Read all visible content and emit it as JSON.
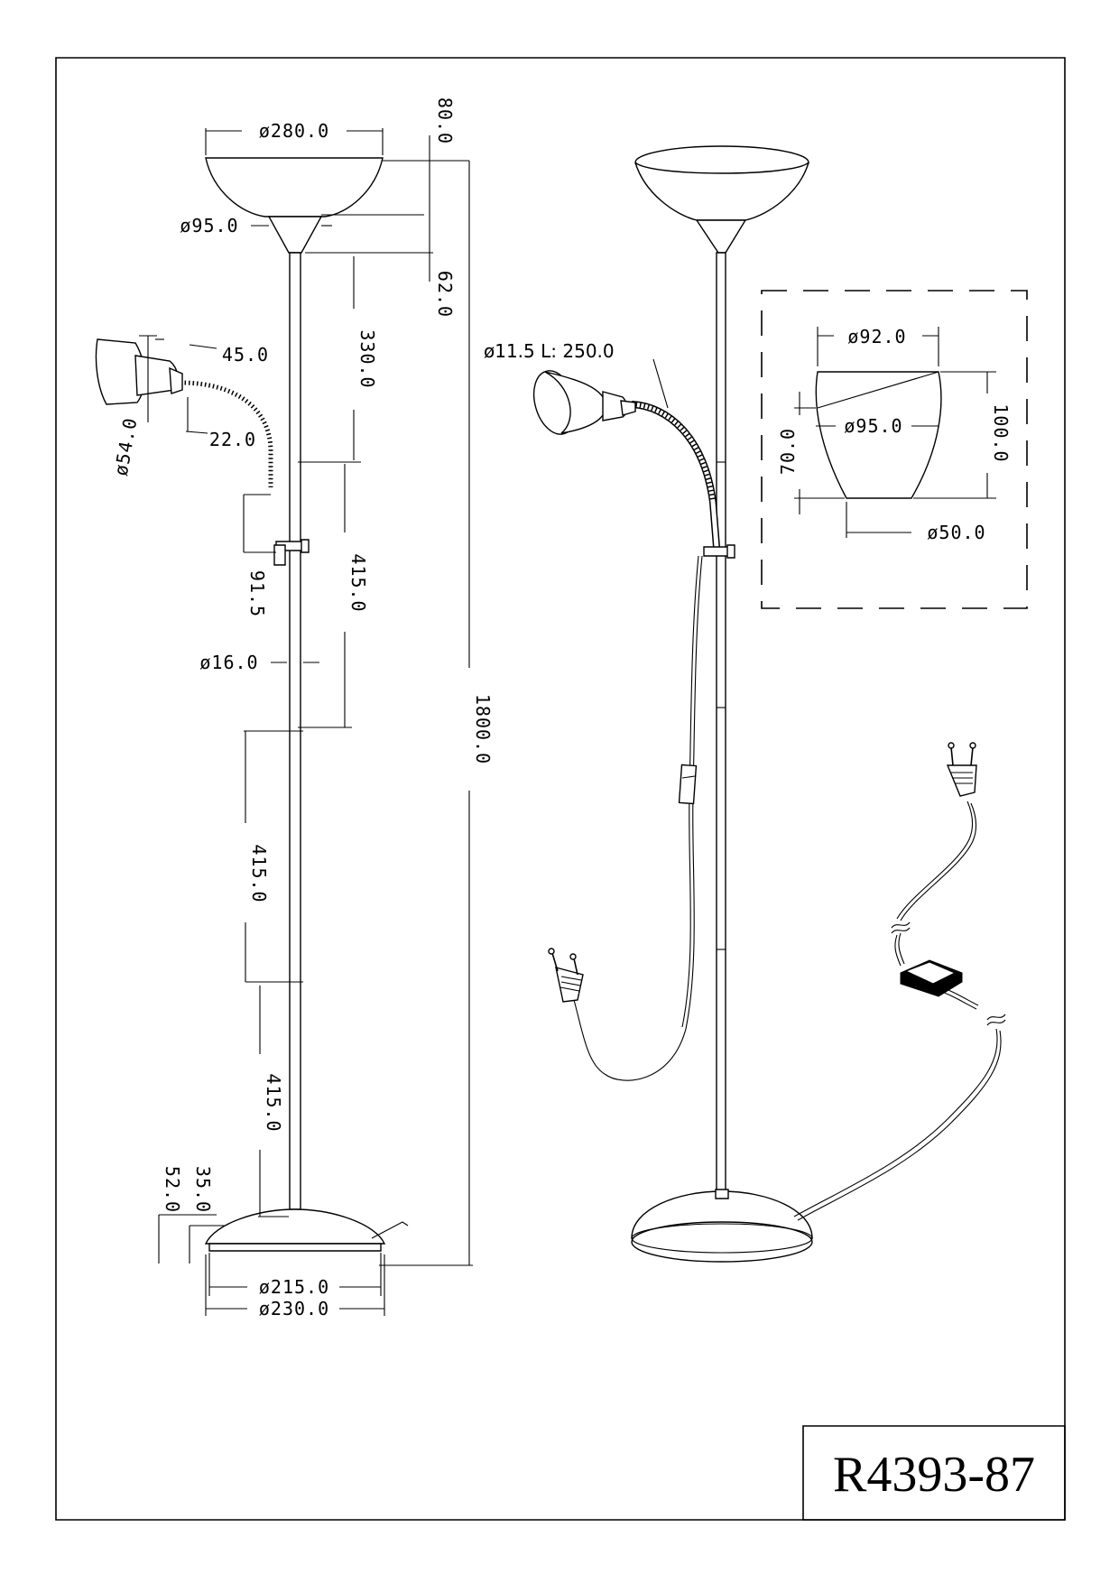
{
  "model_code": "R4393-87",
  "dimensions": {
    "shade_diameter": "ø280.0",
    "shade_height": "80.0",
    "cone_diameter": "ø95.0",
    "cone_height": "62.0",
    "upper_segment": "330.0",
    "reading_spot_width": "45.0",
    "reading_spot_diameter": "ø54.0",
    "reading_spot_depth": "22.0",
    "clamp_height": "91.5",
    "mid_segment": "415.0",
    "pole_diameter": "ø16.0",
    "total_height": "1800.0",
    "lower_segment_1": "415.0",
    "lower_segment_2": "415.0",
    "base_height": "52.0",
    "base_dome_height": "35.0",
    "base_inner_diameter": "ø215.0",
    "base_outer_diameter": "ø230.0",
    "flex_arm": "ø11.5  L: 250.0"
  },
  "detail_shade": {
    "top_diameter": "ø92.0",
    "cut_diameter": "ø95.0",
    "bottom_diameter": "ø50.0",
    "side_height": "70.0",
    "total_height": "100.0"
  }
}
